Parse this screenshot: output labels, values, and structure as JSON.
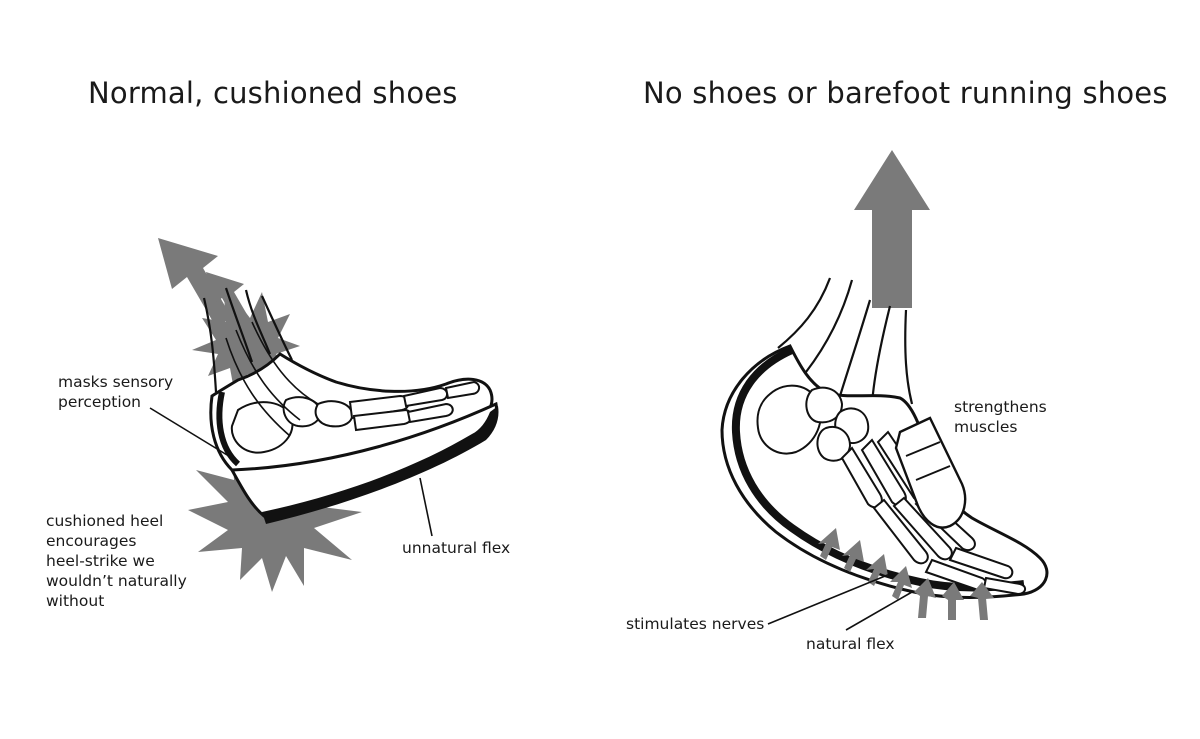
{
  "colors": {
    "ink": "#111111",
    "force_gray": "#7a7a7a",
    "background": "#ffffff"
  },
  "panels": [
    {
      "title": "Normal, cushioned shoes",
      "labels": {
        "masks_sensory": {
          "lines": [
            "masks sensory",
            "perception"
          ]
        },
        "cushioned_heel": {
          "lines": [
            "cushioned heel",
            "encourages",
            "heel-strike we",
            "wouldn’t naturally",
            "without"
          ]
        },
        "unnatural_flex": {
          "lines": [
            "unnatural flex"
          ]
        }
      }
    },
    {
      "title": "No shoes or barefoot running shoes",
      "labels": {
        "strengthens_muscles": {
          "lines": [
            "strengthens",
            "muscles"
          ]
        },
        "stimulates_nerves": {
          "lines": [
            "stimulates nerves"
          ]
        },
        "natural_flex": {
          "lines": [
            "natural flex"
          ]
        }
      }
    }
  ]
}
